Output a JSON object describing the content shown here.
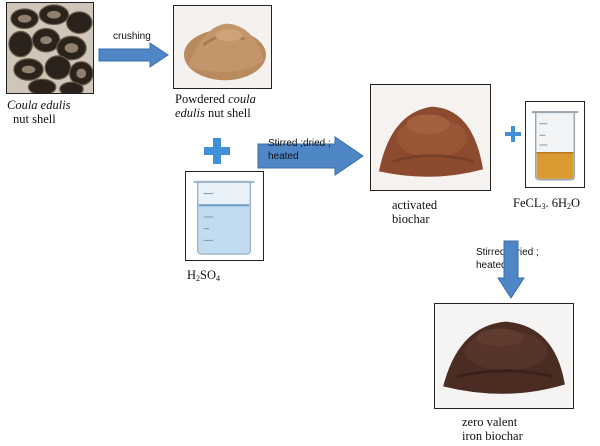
{
  "colors": {
    "arrow_fill": "#4f86c6",
    "arrow_stroke": "#3a6fae",
    "plus": "#3f8fd6"
  },
  "steps": {
    "nut_shell": {
      "caption_italic": "Coula edulis",
      "caption_rest": "nut shell"
    },
    "powder": {
      "caption_line1_a": "Powdered ",
      "caption_line1_b": "coula",
      "caption_line2_a": "edulis",
      "caption_line2_b": " nut shell"
    },
    "acid": {
      "formula_a": "H",
      "formula_sub1": "2",
      "formula_b": "SO",
      "formula_sub2": "4"
    },
    "activated": {
      "line1": "activated",
      "line2": "biochar"
    },
    "iron_salt": {
      "formula_a": "FeCL",
      "formula_sub1": "3",
      "formula_b": ". 6H",
      "formula_sub2": "2",
      "formula_c": "O"
    },
    "final": {
      "line1": "zero valent",
      "line2": "iron biochar"
    }
  },
  "arrows": {
    "crushing": "crushing",
    "stir1_line1": "Stirred ;dried ;",
    "stir1_line2": "heated",
    "stir2_line1": "Stirred ;dried ;",
    "stir2_line2": "heated"
  },
  "icons": [
    "plus-icon",
    "beaker-icon",
    "arrow-right-icon",
    "arrow-down-icon"
  ]
}
